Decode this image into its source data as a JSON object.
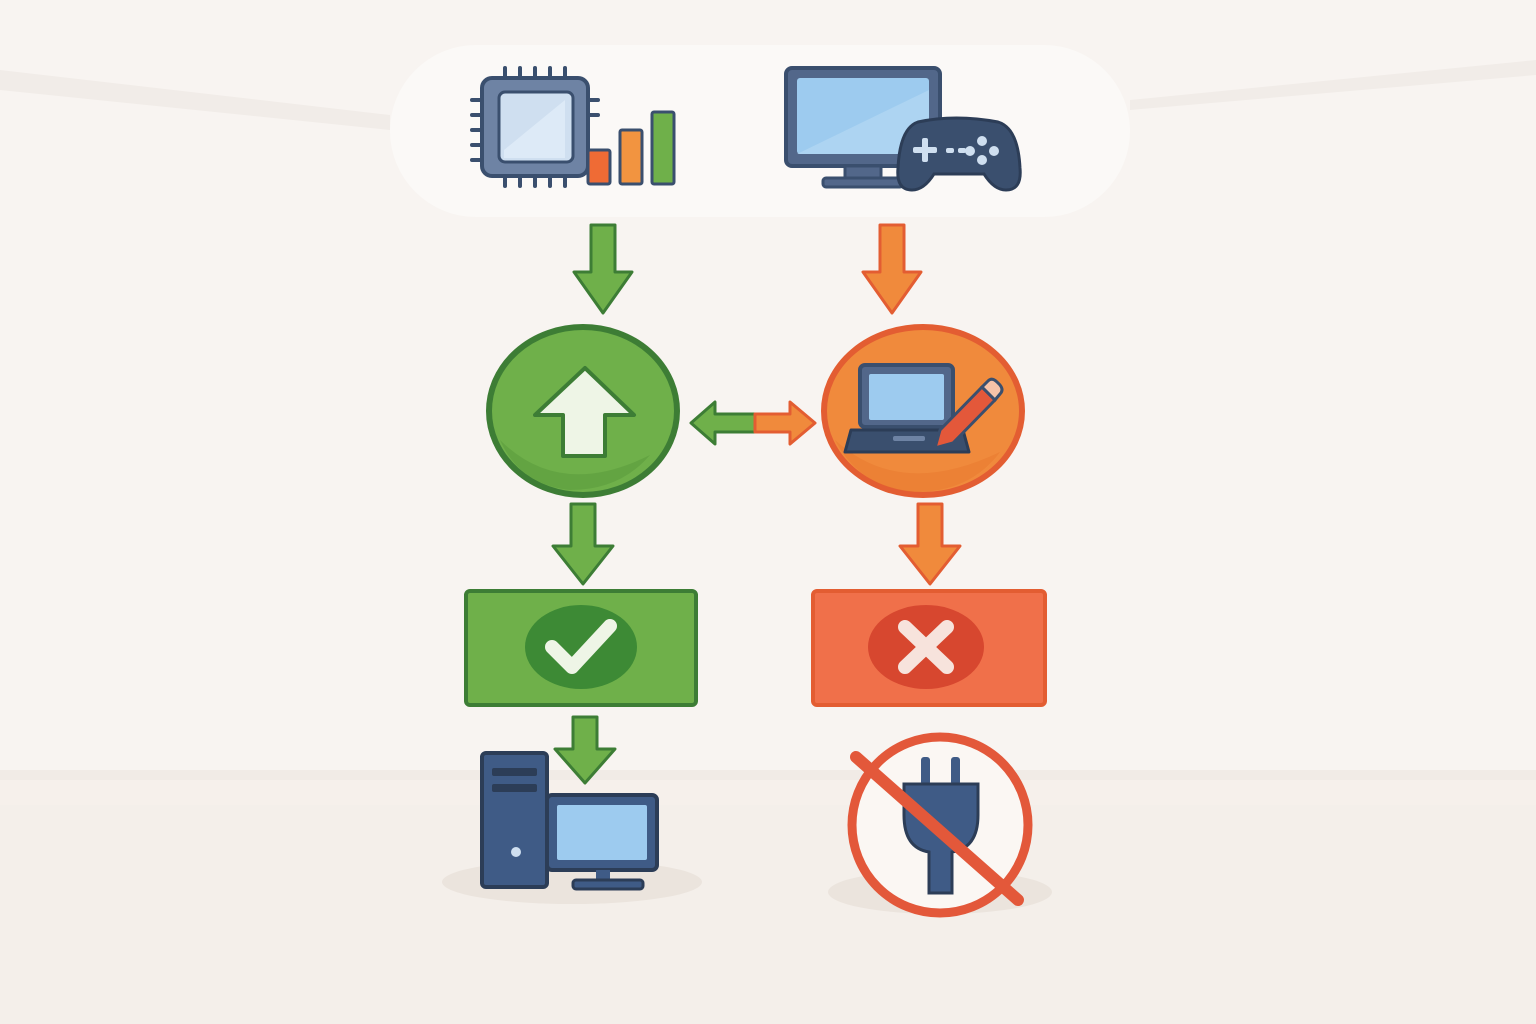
{
  "diagram": {
    "type": "flowchart",
    "columns": [
      {
        "side": "left",
        "source_icons": [
          "cpu-chip-icon",
          "signal-bars-icon"
        ],
        "step_icon": "up-arrow-icon",
        "result_icon": "checkmark-icon",
        "outcome_icon": "desktop-computer-icon",
        "accent": "#6fb04a",
        "accent_dark": "#3d7d35"
      },
      {
        "side": "right",
        "source_icons": [
          "monitor-icon",
          "gamepad-icon"
        ],
        "step_icon": "laptop-with-pen-icon",
        "result_icon": "x-mark-icon",
        "outcome_icon": "no-power-plug-icon",
        "accent": "#f08a3c",
        "accent_dark": "#e35d32"
      }
    ],
    "connector": "bidirectional-arrow",
    "colors": {
      "background": "#f8f4f1",
      "top_panel": "#fbf9f7",
      "outline_blue": "#3a4f6e",
      "screen_blue": "#9dcbef",
      "green": "#6fb04a",
      "green_dark": "#3d7d35",
      "orange": "#f08a3c",
      "orange_dark": "#e35d32",
      "red": "#e3583a"
    }
  }
}
